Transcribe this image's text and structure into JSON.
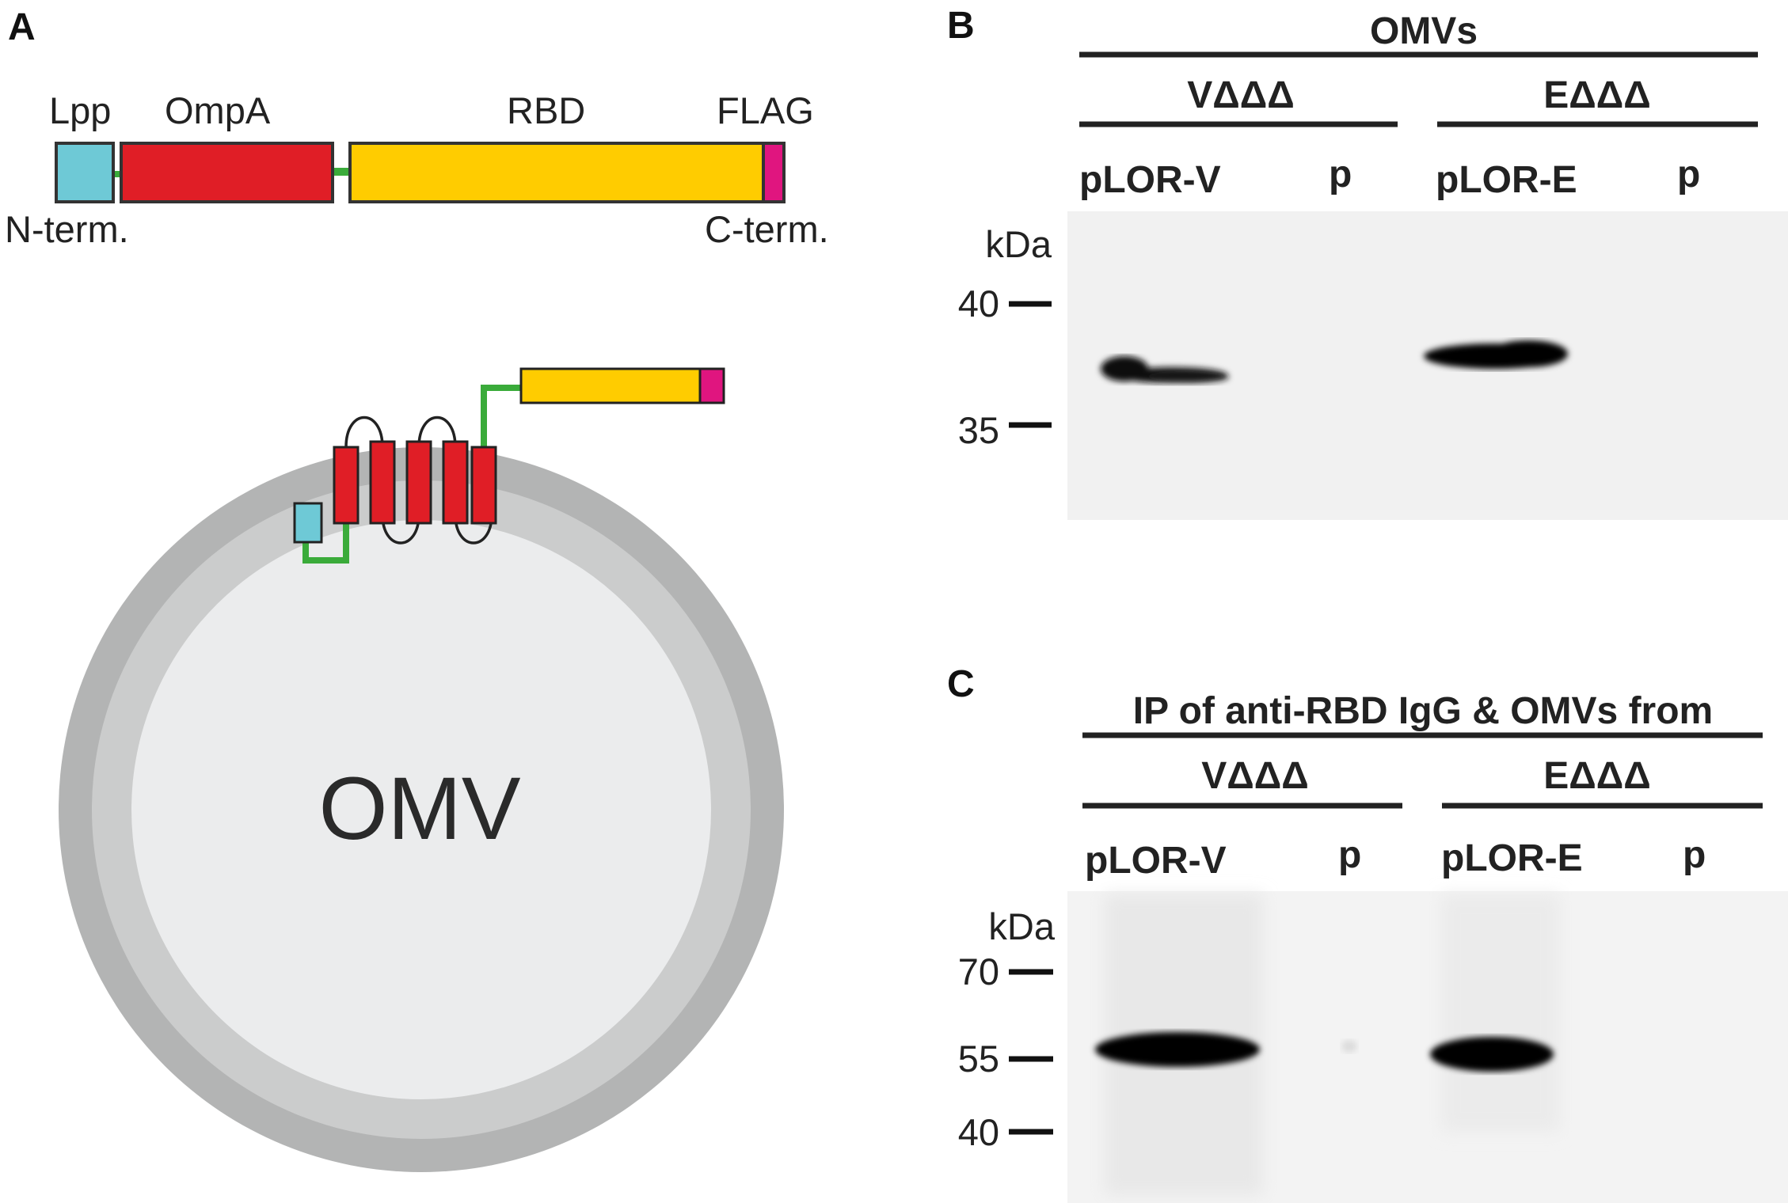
{
  "panels": {
    "a": {
      "letter": "A",
      "construct": {
        "lpp": "Lpp",
        "ompa": "OmpA",
        "rbd": "RBD",
        "flag": "FLAG",
        "n_term": "N-term.",
        "c_term": "C-term."
      },
      "vesicle_label": "OMV"
    },
    "b": {
      "letter": "B",
      "group_title": "OMVs",
      "strains": [
        "VΔΔΔ",
        "EΔΔΔ"
      ],
      "lanes": [
        "pLOR-V",
        "p",
        "pLOR-E",
        "p"
      ],
      "mw_unit": "kDa",
      "markers": [
        "40",
        "35"
      ]
    },
    "c": {
      "letter": "C",
      "group_title": "IP of anti-RBD IgG & OMVs from",
      "strains": [
        "VΔΔΔ",
        "EΔΔΔ"
      ],
      "lanes": [
        "pLOR-V",
        "p",
        "pLOR-E",
        "p"
      ],
      "mw_unit": "kDa",
      "markers": [
        "70",
        "55",
        "40"
      ]
    }
  },
  "colors": {
    "lpp": "#6ec9d6",
    "ompa": "#e01e26",
    "rbd": "#ffcc00",
    "flag": "#e0157f",
    "linker": "#3aab3a",
    "membrane_outer": "#b3b4b4",
    "membrane_inner": "#cbcccc",
    "lumen": "#ebeced"
  }
}
